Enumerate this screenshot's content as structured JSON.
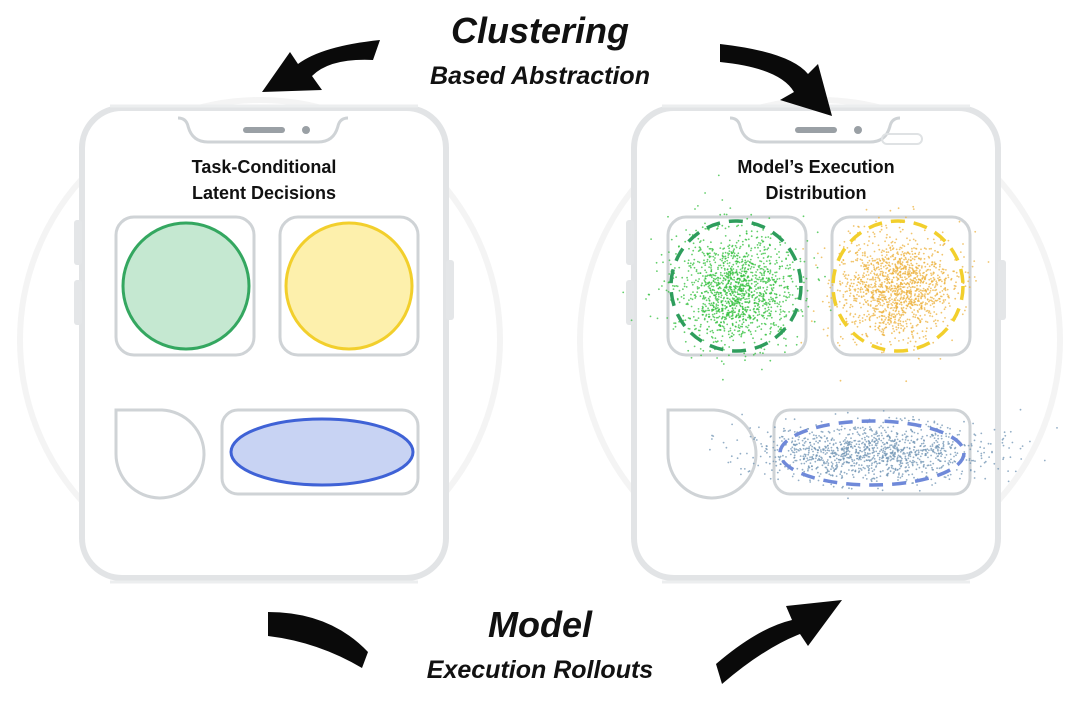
{
  "top_label": {
    "title": "Clustering",
    "subtitle": "Based Abstraction"
  },
  "bottom_label": {
    "title": "Model",
    "subtitle": "Execution Rollouts"
  },
  "left_panel": {
    "title_line1": "Task-Conditional",
    "title_line2": "Latent Decisions"
  },
  "right_panel": {
    "title_line1": "Model’s Execution",
    "title_line2": "Distribution"
  },
  "colors": {
    "green_fill": "#c5e8d1",
    "green_stroke": "#34a760",
    "yellow_fill": "#fdf0ac",
    "yellow_stroke": "#f2cf2c",
    "blue_fill": "#c8d3f3",
    "blue_stroke": "#3f62d6",
    "green_dots": "#2fbf3a",
    "yellow_dots": "#ecb23e",
    "blue_dots": "#6f93b3",
    "slot_border": "#cfd3d6",
    "arrow": "#0a0a0a"
  }
}
